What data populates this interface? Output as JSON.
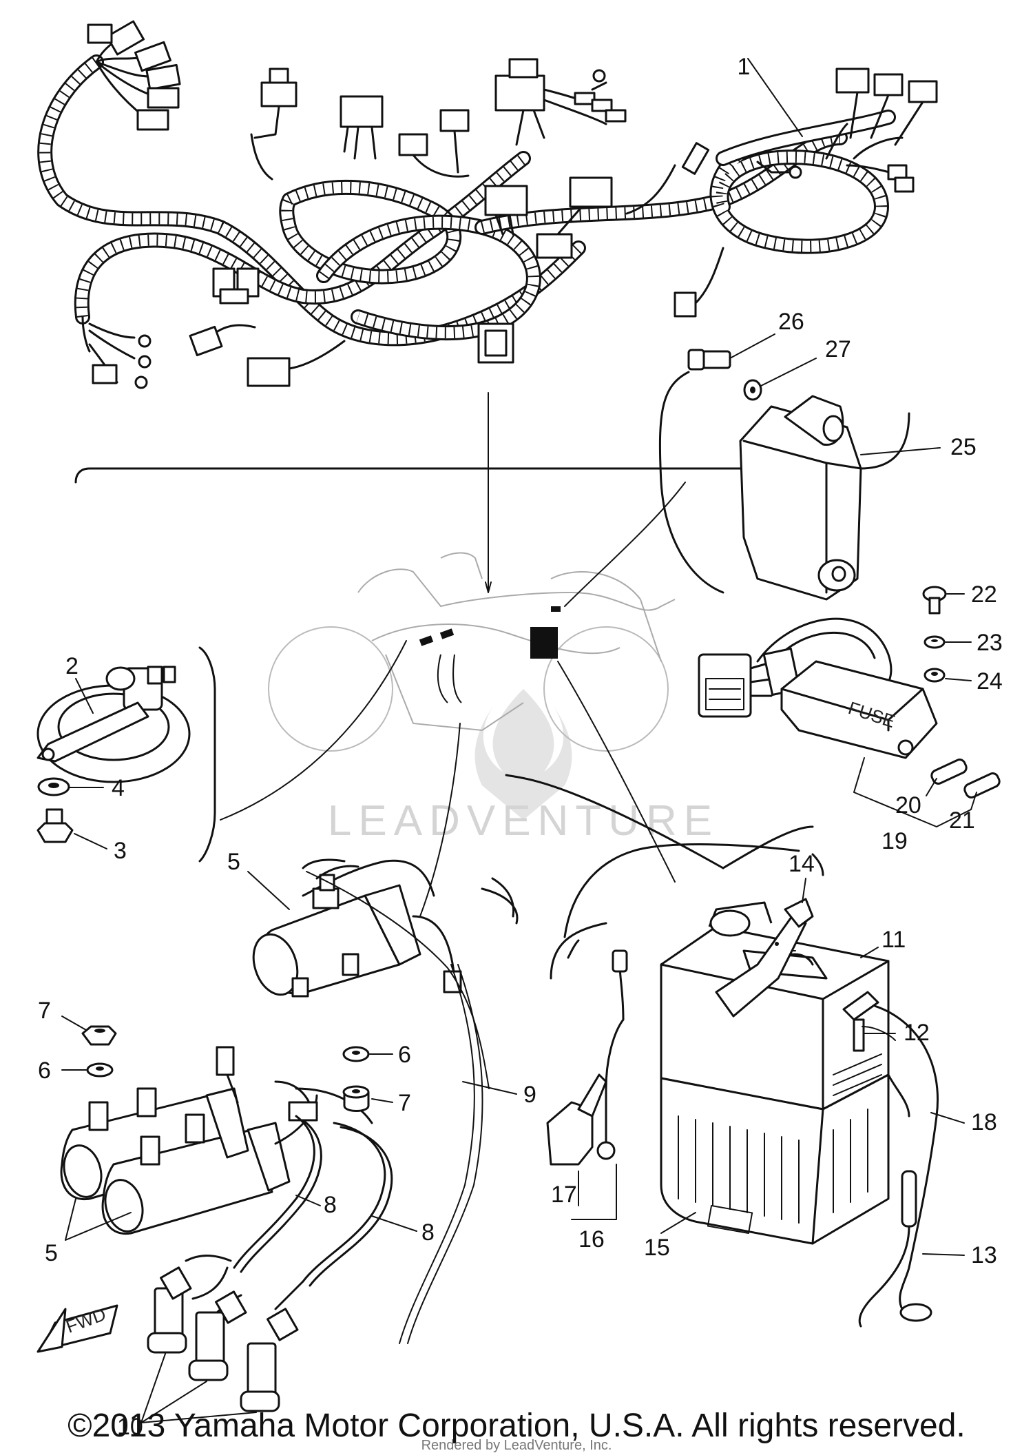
{
  "callouts": {
    "c1": "1",
    "c2": "2",
    "c3": "3",
    "c4": "4",
    "c5a": "5",
    "c5b": "5",
    "c6a": "6",
    "c6b": "6",
    "c7a": "7",
    "c7b": "7",
    "c8a": "8",
    "c8b": "8",
    "c9": "9",
    "c10": "10",
    "c11": "11",
    "c12": "12",
    "c13": "13",
    "c14": "14",
    "c15": "15",
    "c16": "16",
    "c17": "17",
    "c18": "18",
    "c19": "19",
    "c20": "20",
    "c21": "21",
    "c22": "22",
    "c23": "23",
    "c24": "24",
    "c25": "25",
    "c26": "26",
    "c27": "27"
  },
  "part_text": {
    "fuse_box": "FUSE",
    "forward_arrow": "FWD"
  },
  "watermark": "LEADVENTURE",
  "copyright": "©2013 Yamaha Motor Corporation, U.S.A. All rights reserved.",
  "rendered_by": "Rendered by LeadVenture, Inc."
}
